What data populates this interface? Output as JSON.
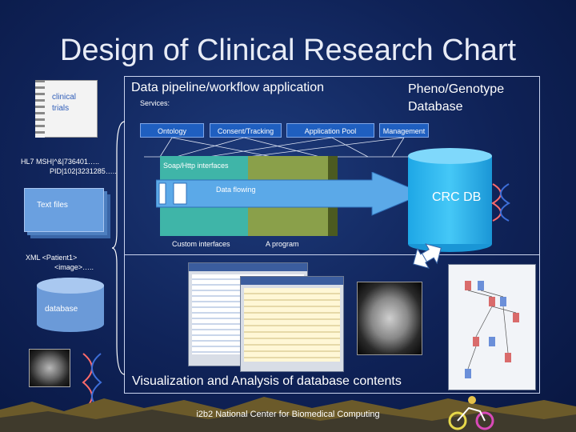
{
  "slide": {
    "title": "Design of Clinical Research Chart",
    "footer": "i2b2 National Center for Biomedical Computing"
  },
  "left": {
    "clinical_trials": "clinical trials",
    "hl7_line1": "HL7  MSH|^&|736401…..",
    "hl7_line2": "PID|102|3231285…..",
    "text_files": "Text files",
    "xml_line1": "XML  <Patient1>",
    "xml_line2": "<image>…..",
    "database": "database"
  },
  "pipeline": {
    "header": "Data pipeline/workflow application",
    "services_label": "Services:",
    "services": [
      "Ontology",
      "Consent/Tracking",
      "Application Pool",
      "Management"
    ],
    "soap": "Soap/Http interfaces",
    "data_flowing": "Data flowing",
    "custom_interfaces": "Custom interfaces",
    "a_program": "A program"
  },
  "db": {
    "header": "Pheno/Genotype Database",
    "crc": "CRC DB"
  },
  "viz": {
    "caption": "Visualization and Analysis of database contents"
  },
  "colors": {
    "background": "#0f2257",
    "arrow": "#5ba9e8",
    "cylinder": "#35b9f0"
  }
}
